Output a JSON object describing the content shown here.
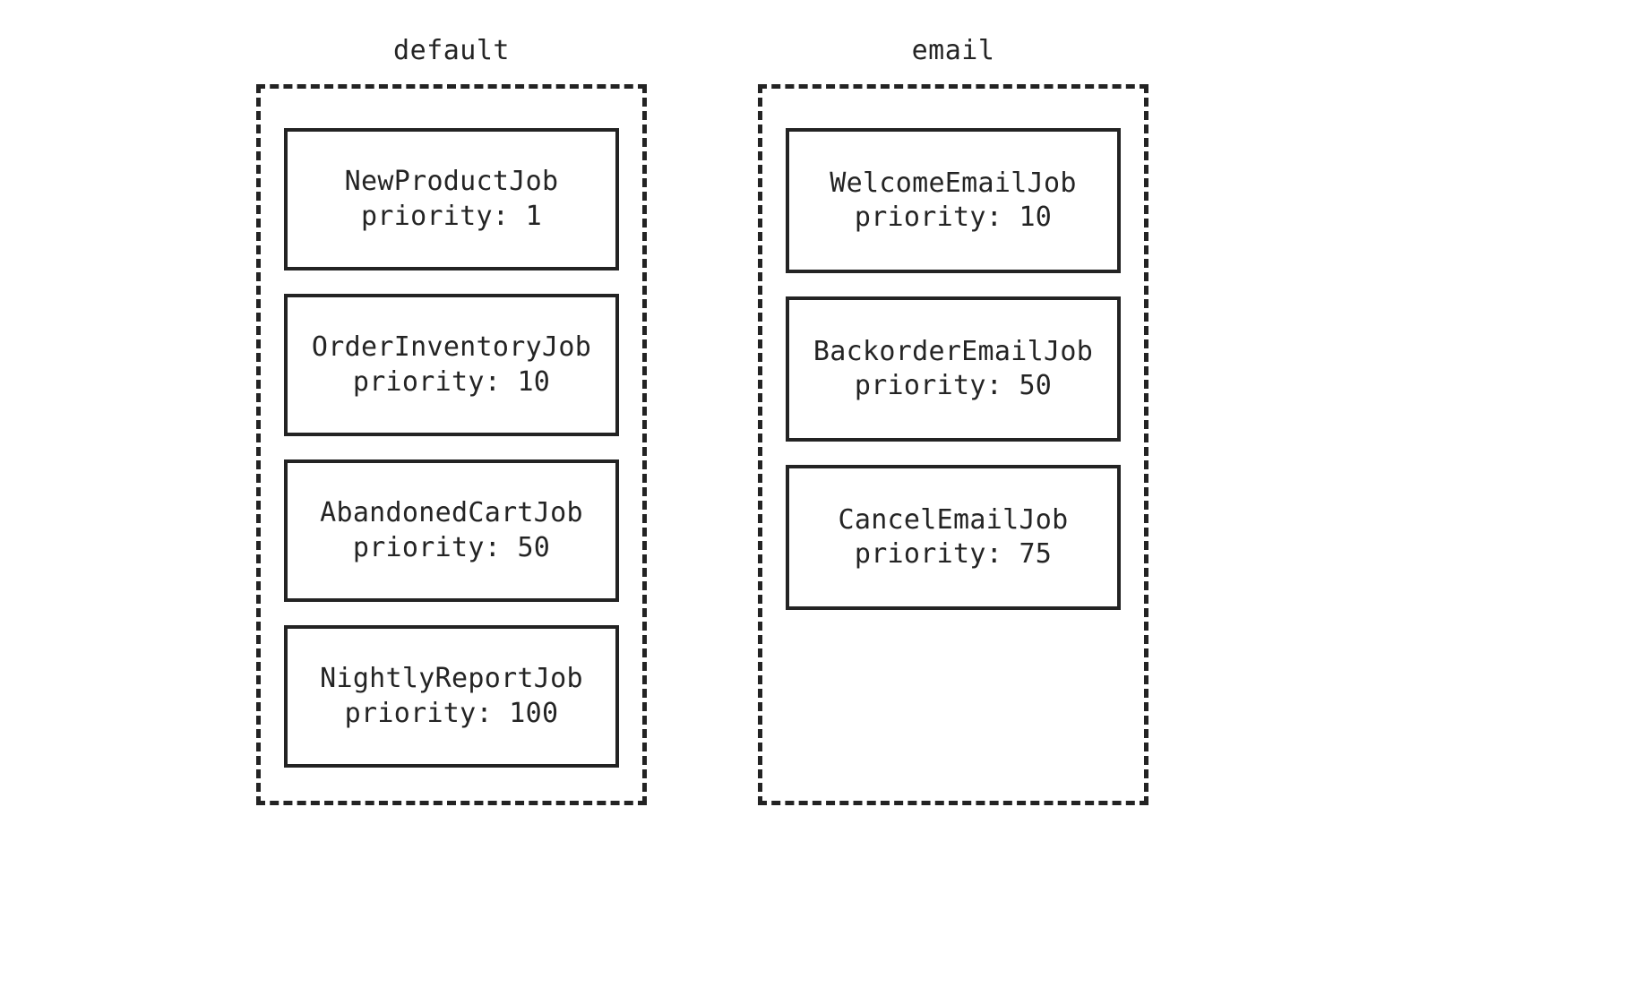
{
  "diagram": {
    "type": "queue-priority-diagram",
    "background_color": "#ffffff",
    "line_color": "#232323",
    "text_color": "#242424",
    "lanes": [
      {
        "id": "default",
        "title": "default",
        "jobs": [
          {
            "name": "NewProductJob",
            "priority_line": "priority: 1",
            "priority": 1
          },
          {
            "name": "OrderInventoryJob",
            "priority_line": "priority: 10",
            "priority": 10
          },
          {
            "name": "AbandonedCartJob",
            "priority_line": "priority: 50",
            "priority": 50
          },
          {
            "name": "NightlyReportJob",
            "priority_line": "priority: 100",
            "priority": 100
          }
        ]
      },
      {
        "id": "email",
        "title": "email",
        "jobs": [
          {
            "name": "WelcomeEmailJob",
            "priority_line": "priority: 10",
            "priority": 10
          },
          {
            "name": "BackorderEmailJob",
            "priority_line": "priority: 50",
            "priority": 50
          },
          {
            "name": "CancelEmailJob",
            "priority_line": "priority: 75",
            "priority": 75
          }
        ]
      }
    ]
  }
}
